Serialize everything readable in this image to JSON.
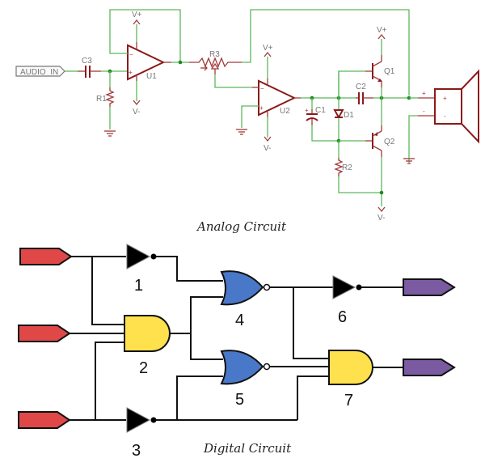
{
  "analog": {
    "caption": "Analog Circuit",
    "input_label": "AUDIO_IN",
    "components": {
      "c3": "C3",
      "r1": "R1",
      "u1": "U1",
      "r3": "R3",
      "u2": "U2",
      "c1": "C1",
      "d1": "D1",
      "c2": "C2",
      "q1": "Q1",
      "q2": "Q2",
      "r2": "R2"
    },
    "supply": {
      "pos": "V+",
      "neg": "V-"
    },
    "pins": {
      "plus": "+",
      "minus": "-"
    },
    "colors": {
      "wire": "#5cb85c",
      "component": "#8b1a1a",
      "junction": "#1e8a1e"
    }
  },
  "digital": {
    "caption": "Digital Circuit",
    "gates": [
      {
        "id": "1",
        "type": "NOT"
      },
      {
        "id": "2",
        "type": "AND"
      },
      {
        "id": "3",
        "type": "NOT"
      },
      {
        "id": "4",
        "type": "NOR"
      },
      {
        "id": "5",
        "type": "NOR"
      },
      {
        "id": "6",
        "type": "NOT"
      },
      {
        "id": "7",
        "type": "AND"
      }
    ],
    "inputs": 3,
    "outputs": 2,
    "colors": {
      "input": "#e04848",
      "output": "#7a5aa0",
      "and": "#ffe14d",
      "nor": "#4a78c8",
      "not": "#111111"
    }
  }
}
